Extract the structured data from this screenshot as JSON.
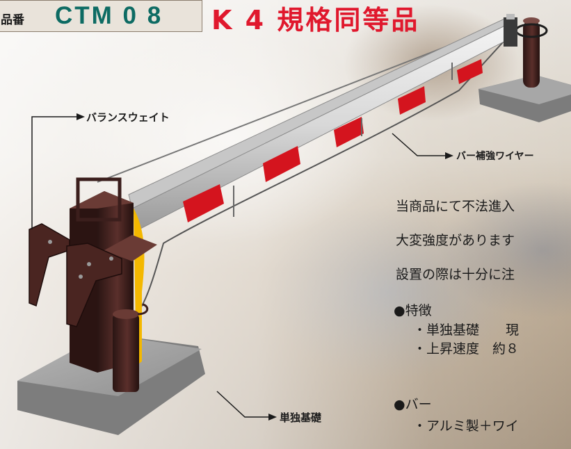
{
  "header": {
    "product_number_label": "品番",
    "model": "CTM 0 8",
    "standard": "K 4 規格同等品"
  },
  "callouts": {
    "balance_weight": "バランスウェイト",
    "wire": "バー補強ワイヤー",
    "foundation": "単独基礎"
  },
  "description": {
    "line1": "当商品にて不法進入",
    "line2": "大変強度があります",
    "line3": "設置の際は十分に注"
  },
  "features": {
    "heading": "●特徴",
    "item1": "・単独基礎　　現",
    "item2": "・上昇速度　約８",
    "bar_heading": "●バー",
    "bar_item": "・アルミ製＋ワイ"
  },
  "colors": {
    "model": "#0d6b63",
    "standard": "#e0182d",
    "bar_stripe": "#d4141e",
    "post": "#3b1e1c",
    "counterweight_backing": "#f4b800"
  }
}
